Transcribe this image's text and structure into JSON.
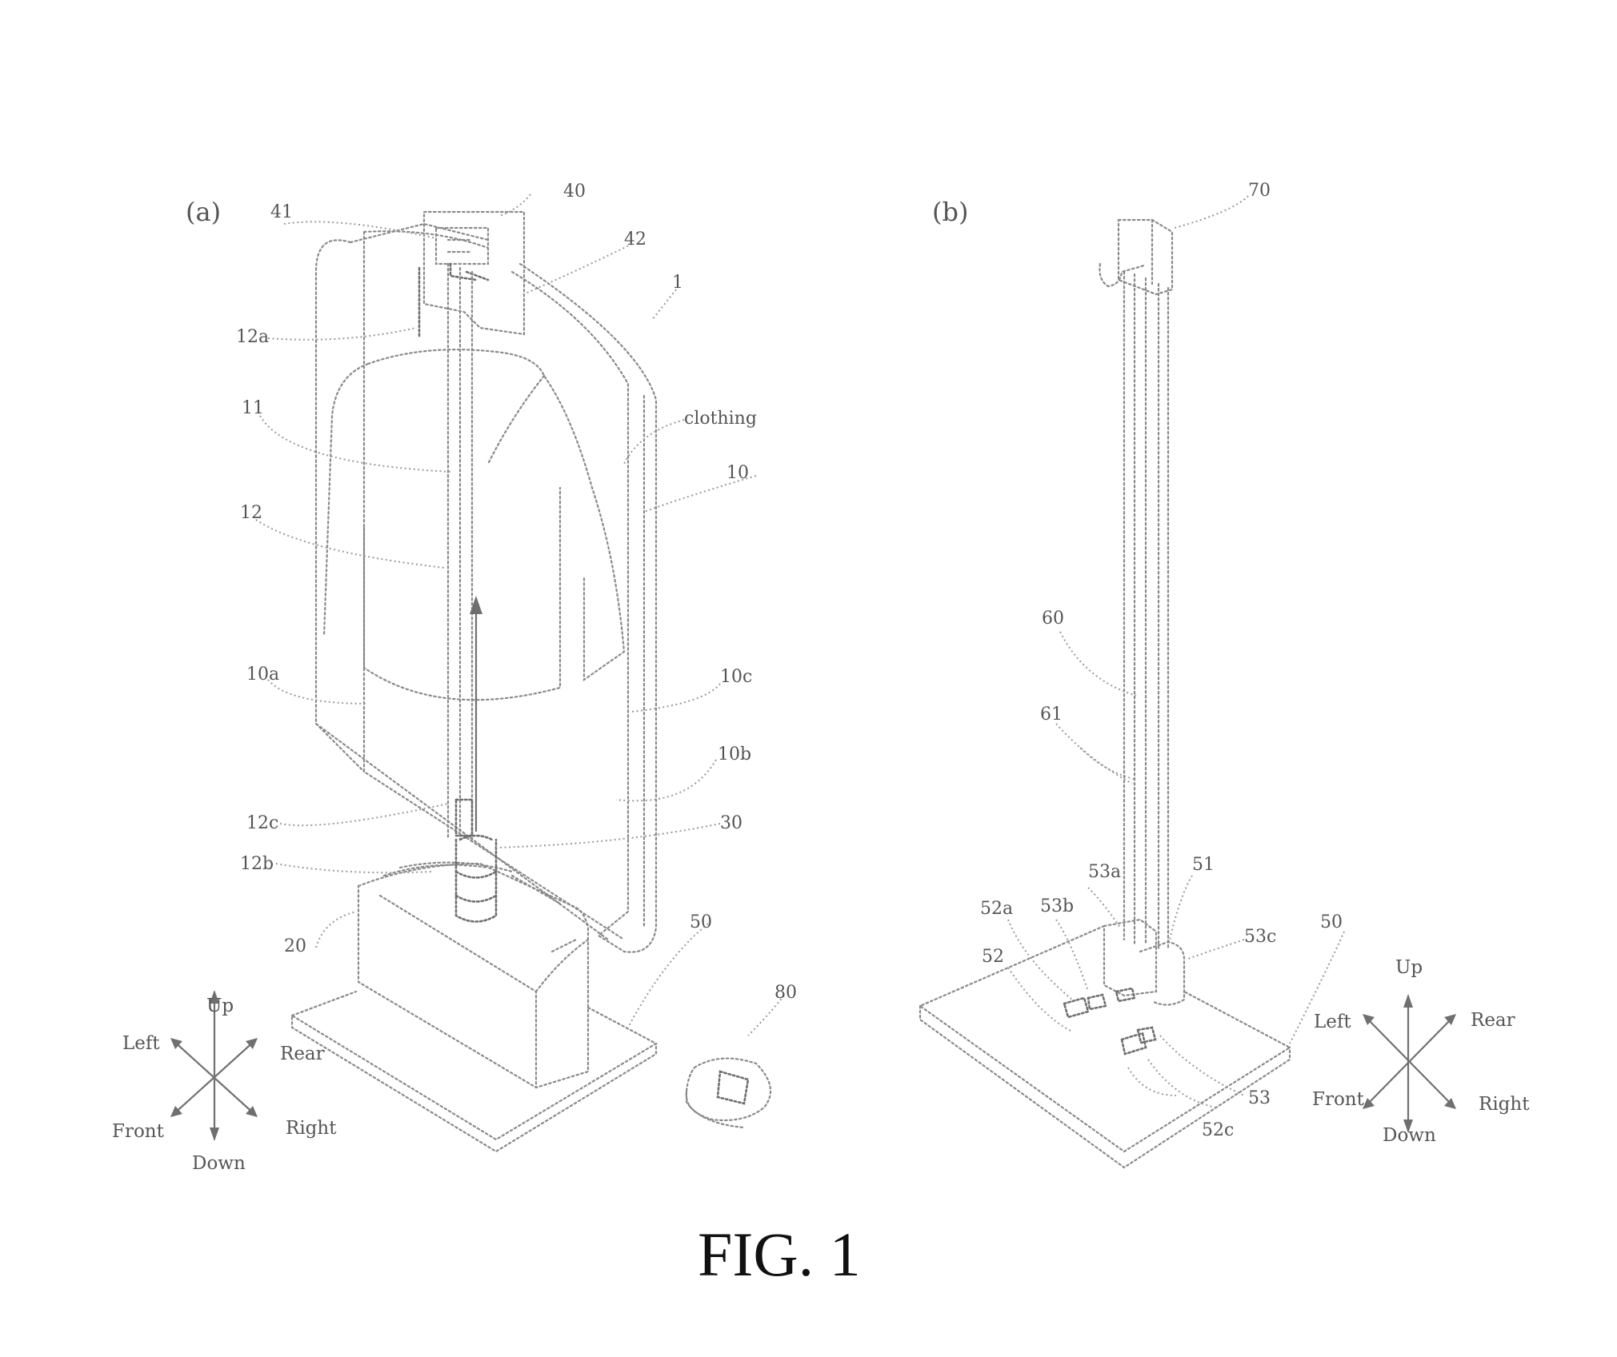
{
  "figure": {
    "caption": "FIG. 1",
    "panel_a": {
      "label": "(a)",
      "callouts": [
        "40",
        "41",
        "42",
        "1",
        "12a",
        "clothing",
        "11",
        "10",
        "12",
        "10a",
        "10c",
        "10b",
        "12c",
        "30",
        "12b",
        "20",
        "50",
        "80"
      ]
    },
    "panel_b": {
      "label": "(b)",
      "callouts": [
        "70",
        "60",
        "61",
        "53a",
        "51",
        "52a",
        "53b",
        "53c",
        "50",
        "52",
        "53",
        "52c"
      ]
    },
    "axes_a": {
      "up": "Up",
      "down": "Down",
      "left": "Left",
      "right": "Right",
      "front": "Front",
      "rear": "Rear"
    },
    "axes_b": {
      "up": "Up",
      "down": "Down",
      "left": "Left",
      "right": "Right",
      "front": "Front",
      "rear": "Rear"
    }
  }
}
